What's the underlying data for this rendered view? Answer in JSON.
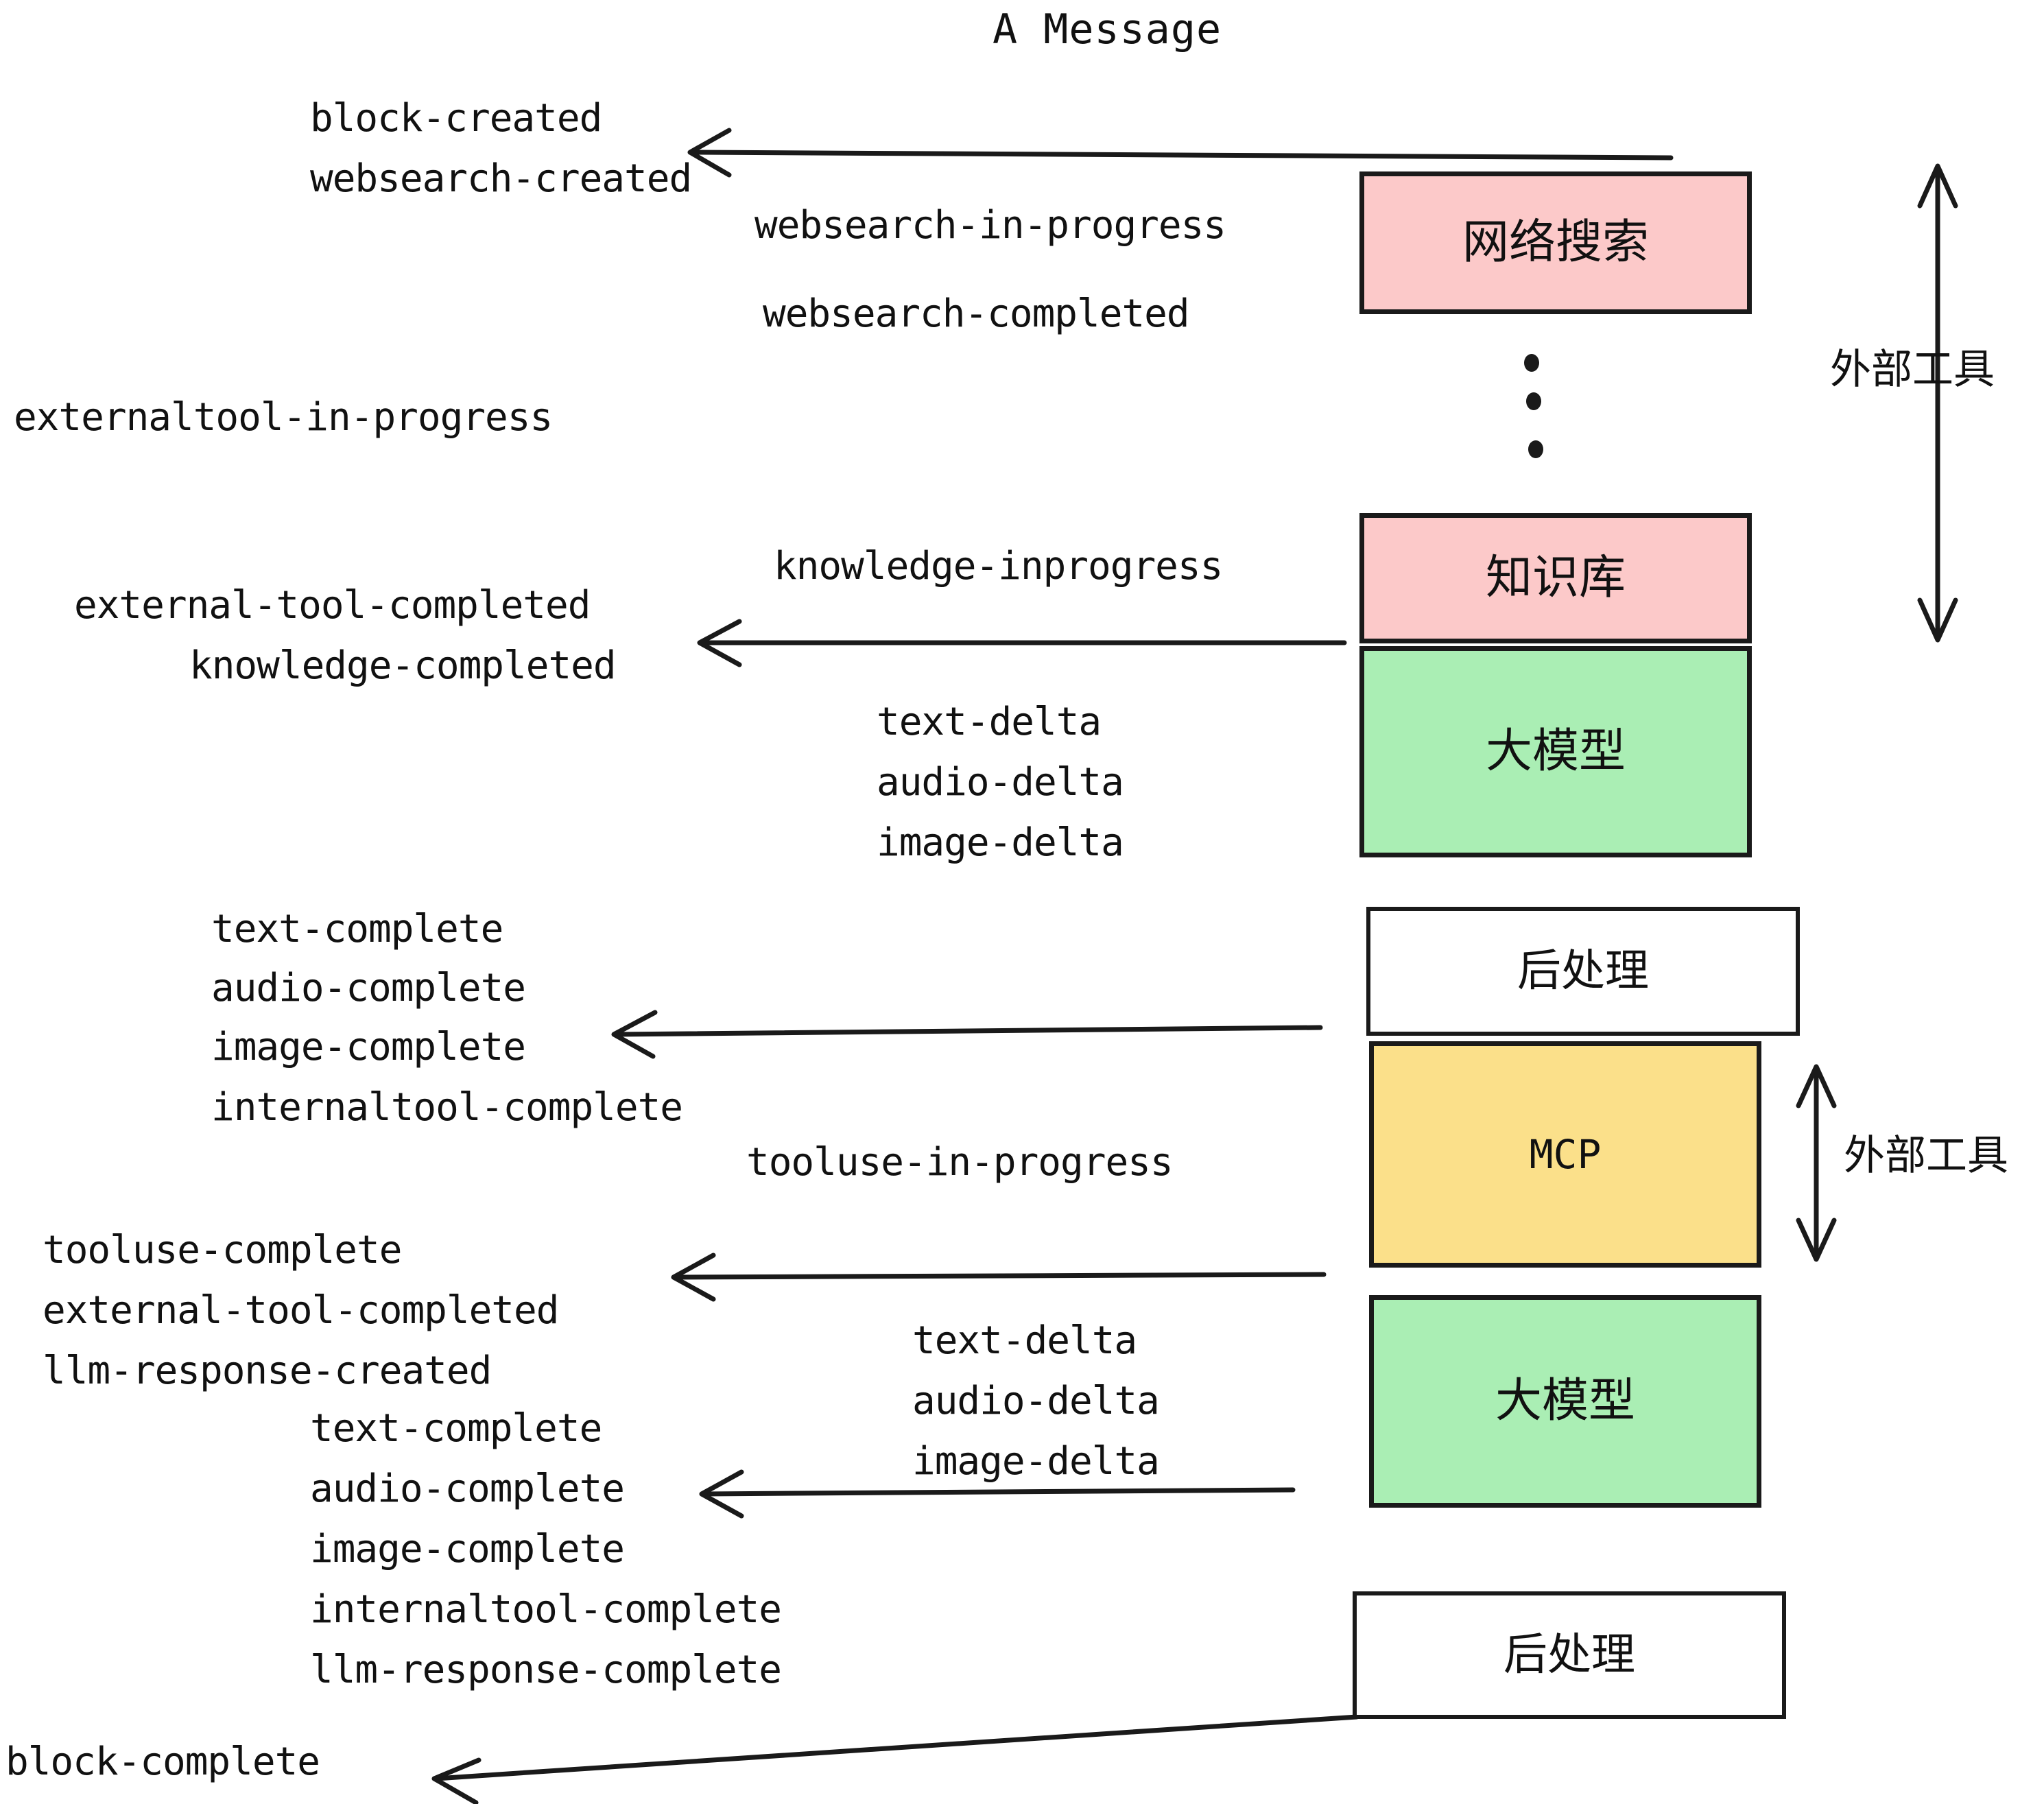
{
  "diagram": {
    "title": "A Message",
    "type": "event-stream-sequence-diagram",
    "colors": {
      "external_tool_fill": "#fcc9c9",
      "llm_fill": "#aaeeb4",
      "mcp_fill": "#fbe08a",
      "postprocess_fill": "#ffffff",
      "stroke": "#1a1a1a",
      "text": "#111111"
    }
  },
  "nodes": [
    {
      "id": "websearch",
      "label": "网络搜索",
      "kind": "external-tool",
      "fill": "#fcc9c9"
    },
    {
      "id": "knowledgebase",
      "label": "知识库",
      "kind": "external-tool",
      "fill": "#fcc9c9"
    },
    {
      "id": "llm-1",
      "label": "大模型",
      "kind": "llm",
      "fill": "#aaeeb4"
    },
    {
      "id": "postprocess-1",
      "label": "后处理",
      "kind": "postprocess",
      "fill": "#ffffff"
    },
    {
      "id": "mcp",
      "label": "MCP",
      "kind": "mcp",
      "fill": "#fbe08a"
    },
    {
      "id": "llm-2",
      "label": "大模型",
      "kind": "llm",
      "fill": "#aaeeb4"
    },
    {
      "id": "postprocess-2",
      "label": "后处理",
      "kind": "postprocess",
      "fill": "#ffffff"
    }
  ],
  "group_labels": [
    {
      "id": "group-top",
      "label": "外部工具"
    },
    {
      "id": "group-bottom",
      "label": "外部工具"
    }
  ],
  "events": [
    {
      "id": "e01",
      "text": "block-created"
    },
    {
      "id": "e02",
      "text": "websearch-created"
    },
    {
      "id": "e03",
      "text": "websearch-in-progress"
    },
    {
      "id": "e04",
      "text": "websearch-completed"
    },
    {
      "id": "e05",
      "text": "externaltool-in-progress"
    },
    {
      "id": "e06",
      "text": "knowledge-inprogress"
    },
    {
      "id": "e07",
      "text": "external-tool-completed"
    },
    {
      "id": "e08",
      "text": "knowledge-completed"
    },
    {
      "id": "e09",
      "text": "text-delta"
    },
    {
      "id": "e10",
      "text": "audio-delta"
    },
    {
      "id": "e11",
      "text": "image-delta"
    },
    {
      "id": "e12",
      "text": "text-complete"
    },
    {
      "id": "e13",
      "text": "audio-complete"
    },
    {
      "id": "e14",
      "text": "image-complete"
    },
    {
      "id": "e15",
      "text": "internaltool-complete"
    },
    {
      "id": "e16",
      "text": "tooluse-in-progress"
    },
    {
      "id": "e17",
      "text": "tooluse-complete"
    },
    {
      "id": "e18",
      "text": "external-tool-completed"
    },
    {
      "id": "e19",
      "text": "llm-response-created"
    },
    {
      "id": "e20",
      "text": "text-delta"
    },
    {
      "id": "e21",
      "text": "audio-delta"
    },
    {
      "id": "e22",
      "text": "image-delta"
    },
    {
      "id": "e23",
      "text": "text-complete"
    },
    {
      "id": "e24",
      "text": "audio-complete"
    },
    {
      "id": "e25",
      "text": "image-complete"
    },
    {
      "id": "e26",
      "text": "internaltool-complete"
    },
    {
      "id": "e27",
      "text": "llm-response-complete"
    },
    {
      "id": "e28",
      "text": "block-complete"
    }
  ],
  "ellipsis": {
    "id": "vertical-ellipsis",
    "dots": 3
  }
}
